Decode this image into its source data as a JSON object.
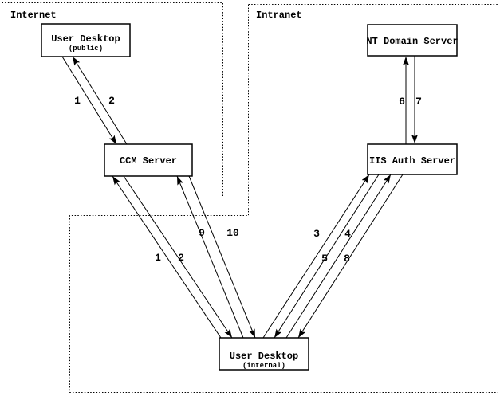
{
  "diagram": {
    "zones": {
      "internet": {
        "label": "Internet"
      },
      "intranet": {
        "label": "Intranet"
      }
    },
    "nodes": {
      "user_desktop_public": {
        "title": "User Desktop",
        "subtitle": "(public)"
      },
      "ccm_server": {
        "title": "CCM Server"
      },
      "nt_domain_server": {
        "title": "NT Domain Server"
      },
      "iis_auth_server": {
        "title": "IIS Auth Server"
      },
      "user_desktop_internal": {
        "title": "User Desktop",
        "subtitle": "(internal)"
      }
    },
    "arrows": {
      "desktop_public_to_ccm": "1",
      "ccm_to_desktop_public": "2",
      "desktop_internal_to_ccm": "1",
      "ccm_to_desktop_internal": "2",
      "desktop_internal_to_iis_3": "3",
      "iis_to_desktop_internal_4": "4",
      "desktop_internal_to_iis_5": "5",
      "iis_to_nt_domain": "6",
      "nt_domain_to_iis": "7",
      "iis_to_desktop_internal_8": "8",
      "desktop_internal_to_ccm_9": "9",
      "ccm_to_desktop_internal_10": "10"
    },
    "colors": {
      "foreground": "#000000",
      "background": "#ffffff"
    }
  }
}
